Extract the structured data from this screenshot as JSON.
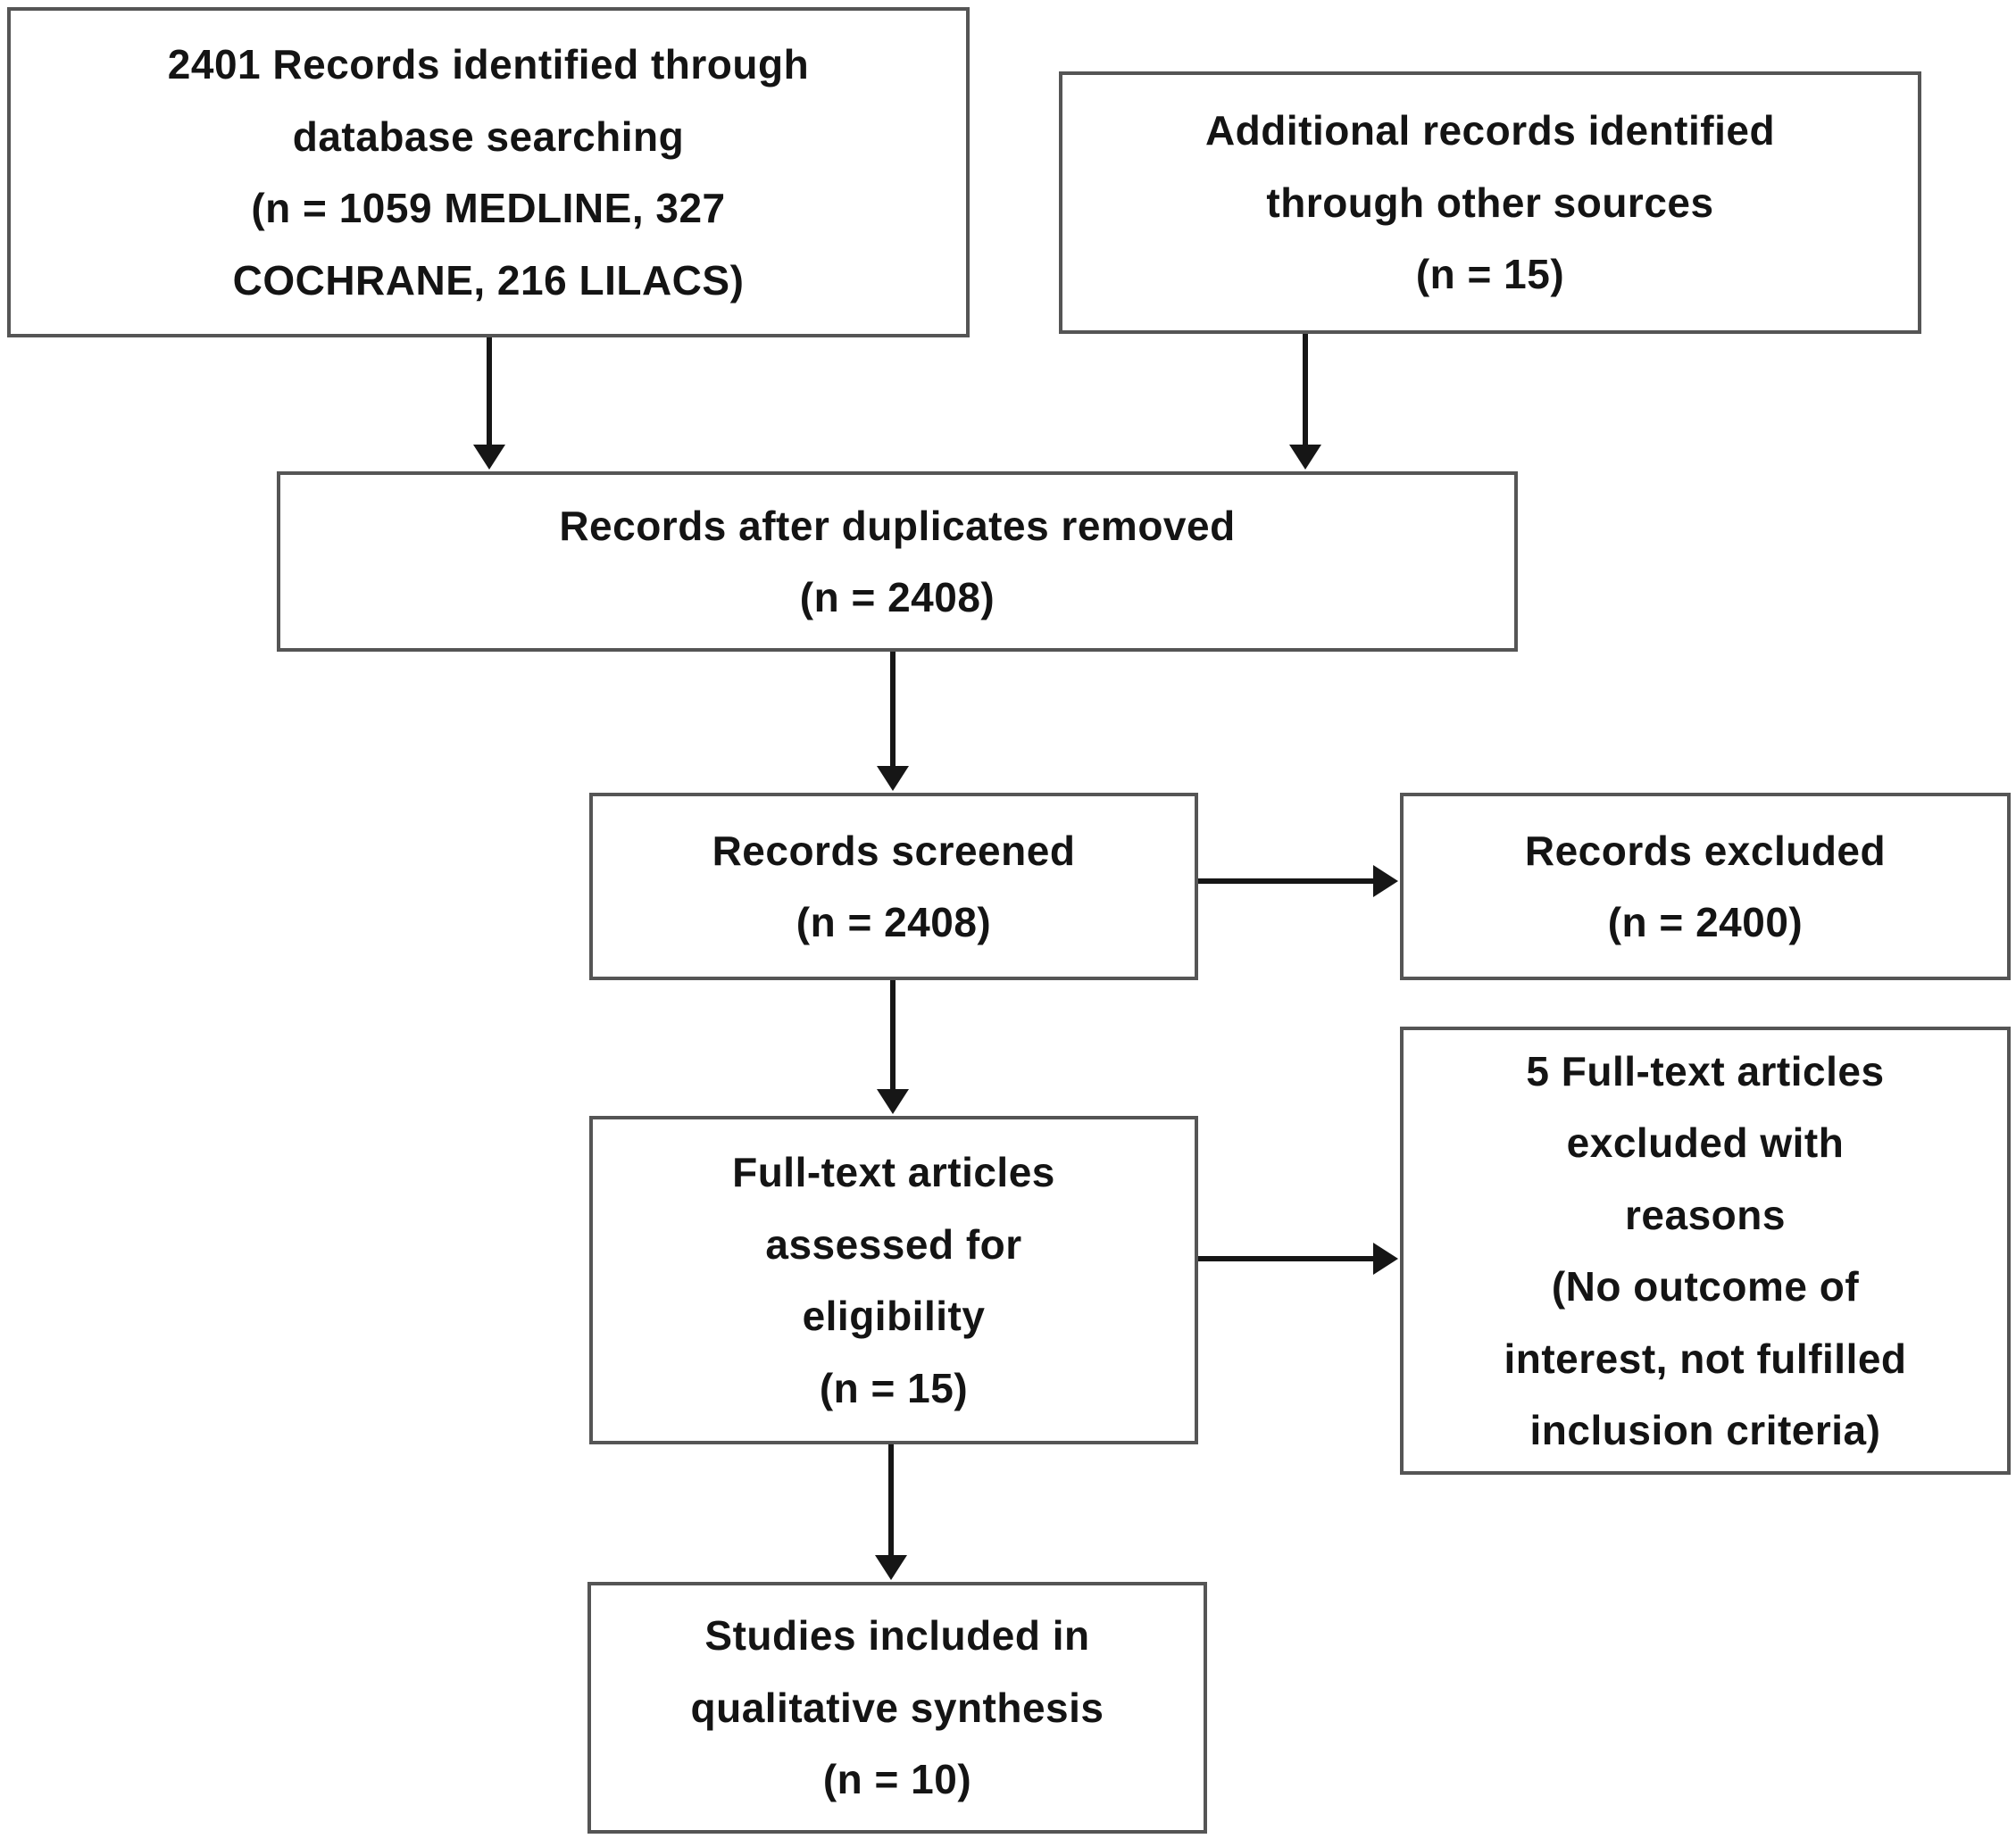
{
  "figure": {
    "bg": "#ffffff",
    "border_color": "#555555",
    "arrow_color": "#161616",
    "text_color": "#141414"
  },
  "boxes": [
    {
      "id": "records-identified",
      "lines": [
        "2401 Records identified through",
        "database searching",
        "(n = 1059 MEDLINE, 327",
        "COCHRANE, 216 LILACS)"
      ]
    },
    {
      "id": "additional-records",
      "lines": [
        "Additional records identified",
        "through other sources",
        "(n = 15)"
      ]
    },
    {
      "id": "records-after-duplicates",
      "lines": [
        "Records after duplicates removed",
        "(n = 2408)"
      ]
    },
    {
      "id": "records-screened",
      "lines": [
        "Records screened",
        "(n = 2408)"
      ]
    },
    {
      "id": "records-excluded",
      "lines": [
        "Records excluded",
        "(n = 2400)"
      ]
    },
    {
      "id": "fulltext-excluded",
      "lines": [
        "5 Full-text articles",
        "excluded with",
        "reasons",
        "(No outcome of",
        "interest, not fulfilled",
        "inclusion criteria)"
      ]
    },
    {
      "id": "fulltext-assessed",
      "lines": [
        "Full-text articles",
        "assessed for",
        "eligibility",
        "(n = 15)"
      ]
    },
    {
      "id": "studies-included",
      "lines": [
        "Studies included in",
        "qualitative synthesis",
        "(n = 10)"
      ]
    }
  ]
}
